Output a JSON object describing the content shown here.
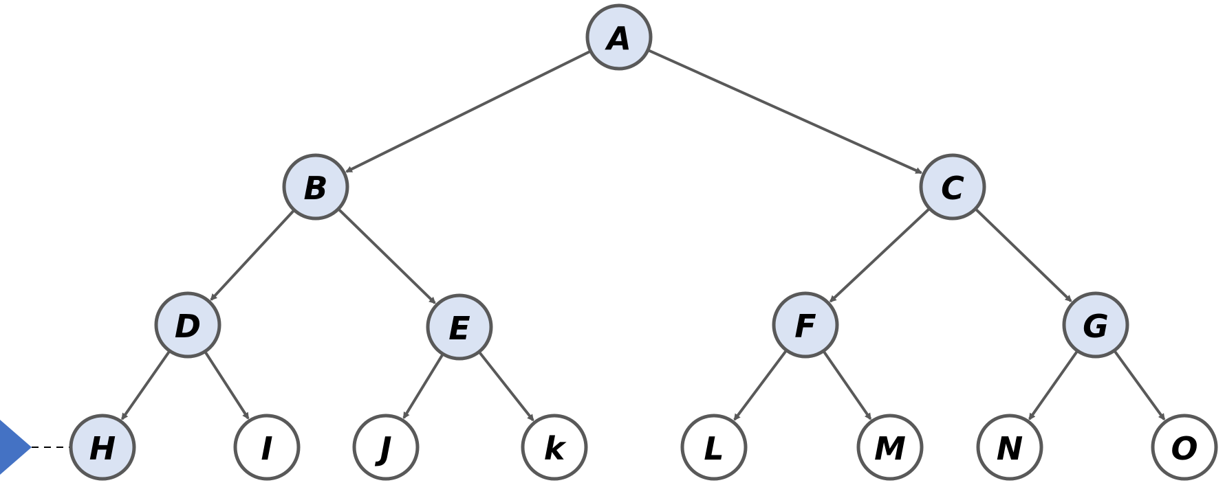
{
  "colors": {
    "edge": "#595959",
    "node_stroke": "#595959",
    "filled_node": "#dae3f3",
    "empty_node": "#ffffff",
    "pointer": "#4472c4",
    "label": "#000000"
  },
  "nodes": [
    {
      "id": "A",
      "label": "A",
      "filled": true
    },
    {
      "id": "B",
      "label": "B",
      "filled": true
    },
    {
      "id": "C",
      "label": "C",
      "filled": true
    },
    {
      "id": "D",
      "label": "D",
      "filled": true
    },
    {
      "id": "E",
      "label": "E",
      "filled": true
    },
    {
      "id": "F",
      "label": "F",
      "filled": true
    },
    {
      "id": "G",
      "label": "G",
      "filled": true
    },
    {
      "id": "H",
      "label": "H",
      "filled": true
    },
    {
      "id": "I",
      "label": "I",
      "filled": false
    },
    {
      "id": "J",
      "label": "J",
      "filled": false
    },
    {
      "id": "K",
      "label": "k",
      "filled": false
    },
    {
      "id": "L",
      "label": "L",
      "filled": false
    },
    {
      "id": "M",
      "label": "M",
      "filled": false
    },
    {
      "id": "N",
      "label": "N",
      "filled": false
    },
    {
      "id": "O",
      "label": "O",
      "filled": false
    }
  ],
  "edges": [
    [
      "A",
      "B"
    ],
    [
      "A",
      "C"
    ],
    [
      "B",
      "D"
    ],
    [
      "B",
      "E"
    ],
    [
      "C",
      "F"
    ],
    [
      "C",
      "G"
    ],
    [
      "D",
      "H"
    ],
    [
      "D",
      "I"
    ],
    [
      "E",
      "J"
    ],
    [
      "E",
      "K"
    ],
    [
      "F",
      "L"
    ],
    [
      "F",
      "M"
    ],
    [
      "G",
      "N"
    ],
    [
      "G",
      "O"
    ]
  ],
  "pointer_target": "H"
}
